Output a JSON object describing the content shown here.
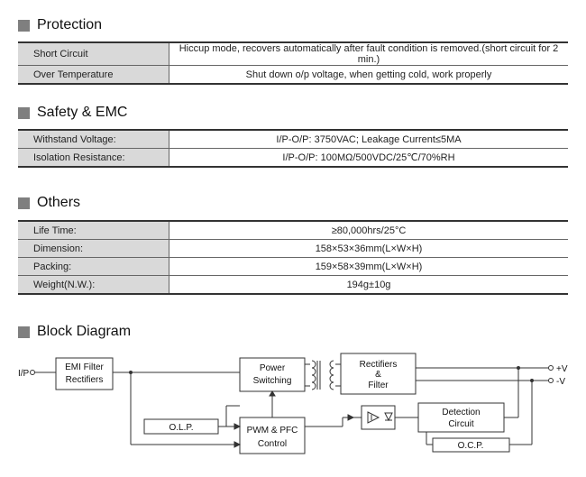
{
  "protection": {
    "title": "Protection",
    "rows": [
      {
        "label": "Short Circuit",
        "value": "Hiccup mode, recovers automatically after fault condition is removed.(short circuit for 2 min.)"
      },
      {
        "label": "Over Temperature",
        "value": "Shut down o/p voltage, when getting cold, work properly"
      }
    ]
  },
  "safety": {
    "title": "Safety & EMC",
    "rows": [
      {
        "label": "Withstand Voltage:",
        "value": "I/P-O/P: 3750VAC;  Leakage Current≤5MA"
      },
      {
        "label": "Isolation Resistance:",
        "value": "I/P-O/P: 100MΩ/500VDC/25℃/70%RH"
      }
    ]
  },
  "others": {
    "title": "Others",
    "rows": [
      {
        "label": "Life Time:",
        "value": "≥80,000hrs/25°C"
      },
      {
        "label": "Dimension:",
        "value": "158×53×36mm(L×W×H)"
      },
      {
        "label": "Packing:",
        "value": "159×58×39mm(L×W×H)"
      },
      {
        "label": "Weight(N.W.):",
        "value": "194g±10g"
      }
    ]
  },
  "block_diagram": {
    "title": "Block Diagram",
    "ip_label": "I/P",
    "emi_line1": "EMI Filter",
    "emi_line2": "Rectifiers",
    "power_line1": "Power",
    "power_line2": "Switching",
    "rect_line1": "Rectifiers",
    "rect_line2": "&",
    "rect_line3": "Filter",
    "olp": "O.L.P.",
    "pwm_line1": "PWM & PFC",
    "pwm_line2": "Control",
    "det_line1": "Detection",
    "det_line2": "Circuit",
    "ocp": "O.C.P.",
    "plus_v": "+V",
    "minus_v": "-V"
  }
}
